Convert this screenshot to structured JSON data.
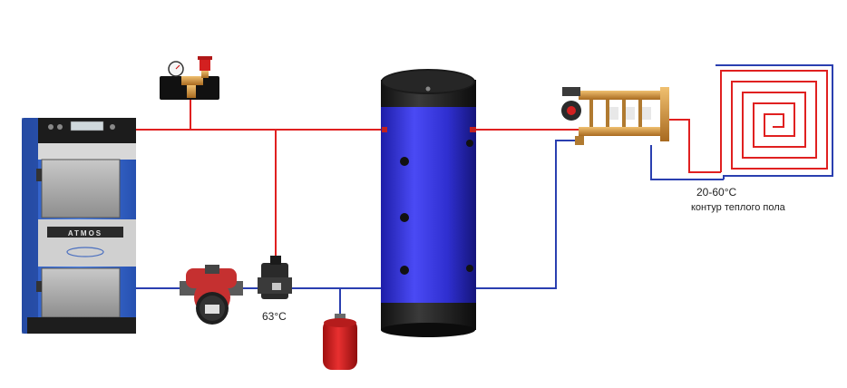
{
  "diagram": {
    "boiler_brand": "ATMOS",
    "labels": {
      "return_temperature": "63°C",
      "floor_temperature": "20-60°C",
      "floor_circuit": "контур теплого пола"
    },
    "colors": {
      "supply_pipe": "#e02020",
      "return_pipe": "#2a3fb0",
      "boiler_body": "#3a6fd8",
      "tank_body": "#3a3ae8",
      "expansion_tank": "#d42020",
      "pump": "#d03030"
    },
    "components": [
      "solid-fuel-boiler",
      "safety-group",
      "circulation-pump",
      "three-way-thermostatic-valve",
      "expansion-tank",
      "buffer-tank",
      "floor-heating-manifold",
      "floor-heating-coil"
    ]
  }
}
